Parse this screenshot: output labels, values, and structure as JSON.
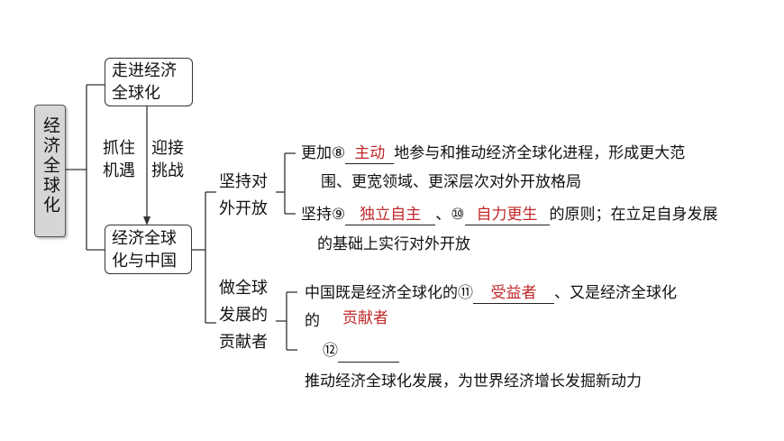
{
  "root": "经济全球化",
  "box_top": [
    "走进经济",
    "全球化"
  ],
  "box_bottom": [
    "经济全球",
    "化与中国"
  ],
  "left_link": [
    "抓住",
    "机遇"
  ],
  "right_link": [
    "迎接",
    "挑战"
  ],
  "branch1": {
    "label": [
      "坚持对",
      "外开放"
    ],
    "item1": {
      "prefix": "更加⑧",
      "answer": "主动",
      "suffix": "地参与和推动经济全球化进程，形成更大范",
      "line2": "围、更宽领域、更深层次对外开放格局"
    },
    "item2": {
      "prefix": "坚持⑨",
      "answer1": "独立自主",
      "sep": "、⑩",
      "answer2": "自力更生",
      "suffix": "的原则；在立足自身发展",
      "line2": "的基础上实行对外开放"
    }
  },
  "branch2": {
    "label": [
      "做全球",
      "发展的",
      "贡献者"
    ],
    "line1_prefix": "中国既是经济全球化的⑪",
    "answer1": "受益者",
    "line1_suffix": "、又是经济全球化",
    "line2_prefix": "的",
    "answer2": "贡献者",
    "line3_num": "⑫",
    "line4": "推动经济全球化发展，为世界经济增长发掘新动力"
  }
}
